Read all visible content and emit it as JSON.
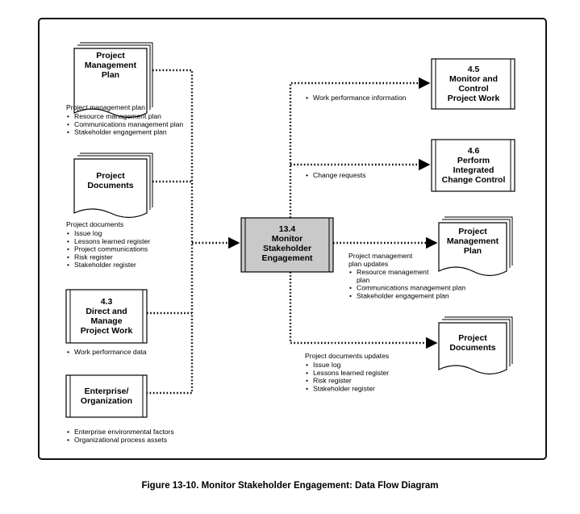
{
  "inputs": {
    "pm_plan": {
      "title": [
        "Project",
        "Management",
        "Plan"
      ],
      "heading": "Project management plan",
      "items": [
        "Resource management plan",
        "Communications management plan",
        "Stakeholder engagement plan"
      ]
    },
    "project_docs": {
      "title": [
        "Project",
        "Documents"
      ],
      "heading": "Project documents",
      "items": [
        "Issue log",
        "Lessons learned register",
        "Project communications",
        "Risk register",
        "Stakeholder register"
      ]
    },
    "direct_manage": {
      "title": [
        "4.3",
        "Direct and",
        "Manage",
        "Project Work"
      ],
      "items": [
        "Work performance data"
      ]
    },
    "enterprise": {
      "title": [
        "Enterprise/",
        "Organization"
      ],
      "items": [
        "Enterprise environmental factors",
        "Organizational process assets"
      ]
    }
  },
  "process": {
    "title": [
      "13.4",
      "Monitor",
      "Stakeholder",
      "Engagement"
    ]
  },
  "outputs": {
    "monitor_control": {
      "title": [
        "4.5",
        "Monitor and",
        "Control",
        "Project Work"
      ],
      "items": [
        "Work performance information"
      ]
    },
    "integrated_change": {
      "title": [
        "4.6",
        "Perform",
        "Integrated",
        "Change Control"
      ],
      "items": [
        "Change requests"
      ]
    },
    "pm_plan": {
      "title": [
        "Project",
        "Management",
        "Plan"
      ],
      "heading": [
        "Project management",
        "plan updates"
      ],
      "items": [
        [
          "Resource management",
          "plan"
        ],
        [
          "Communications management plan"
        ],
        [
          "Stakeholder engagement plan"
        ]
      ]
    },
    "project_docs": {
      "title": [
        "Project",
        "Documents"
      ],
      "heading": "Project documents updates",
      "items": [
        "Issue log",
        "Lessons learned register",
        "Risk register",
        "Stakeholder register"
      ]
    }
  },
  "caption": "Figure 13-10. Monitor Stakeholder Engagement: Data Flow Diagram"
}
